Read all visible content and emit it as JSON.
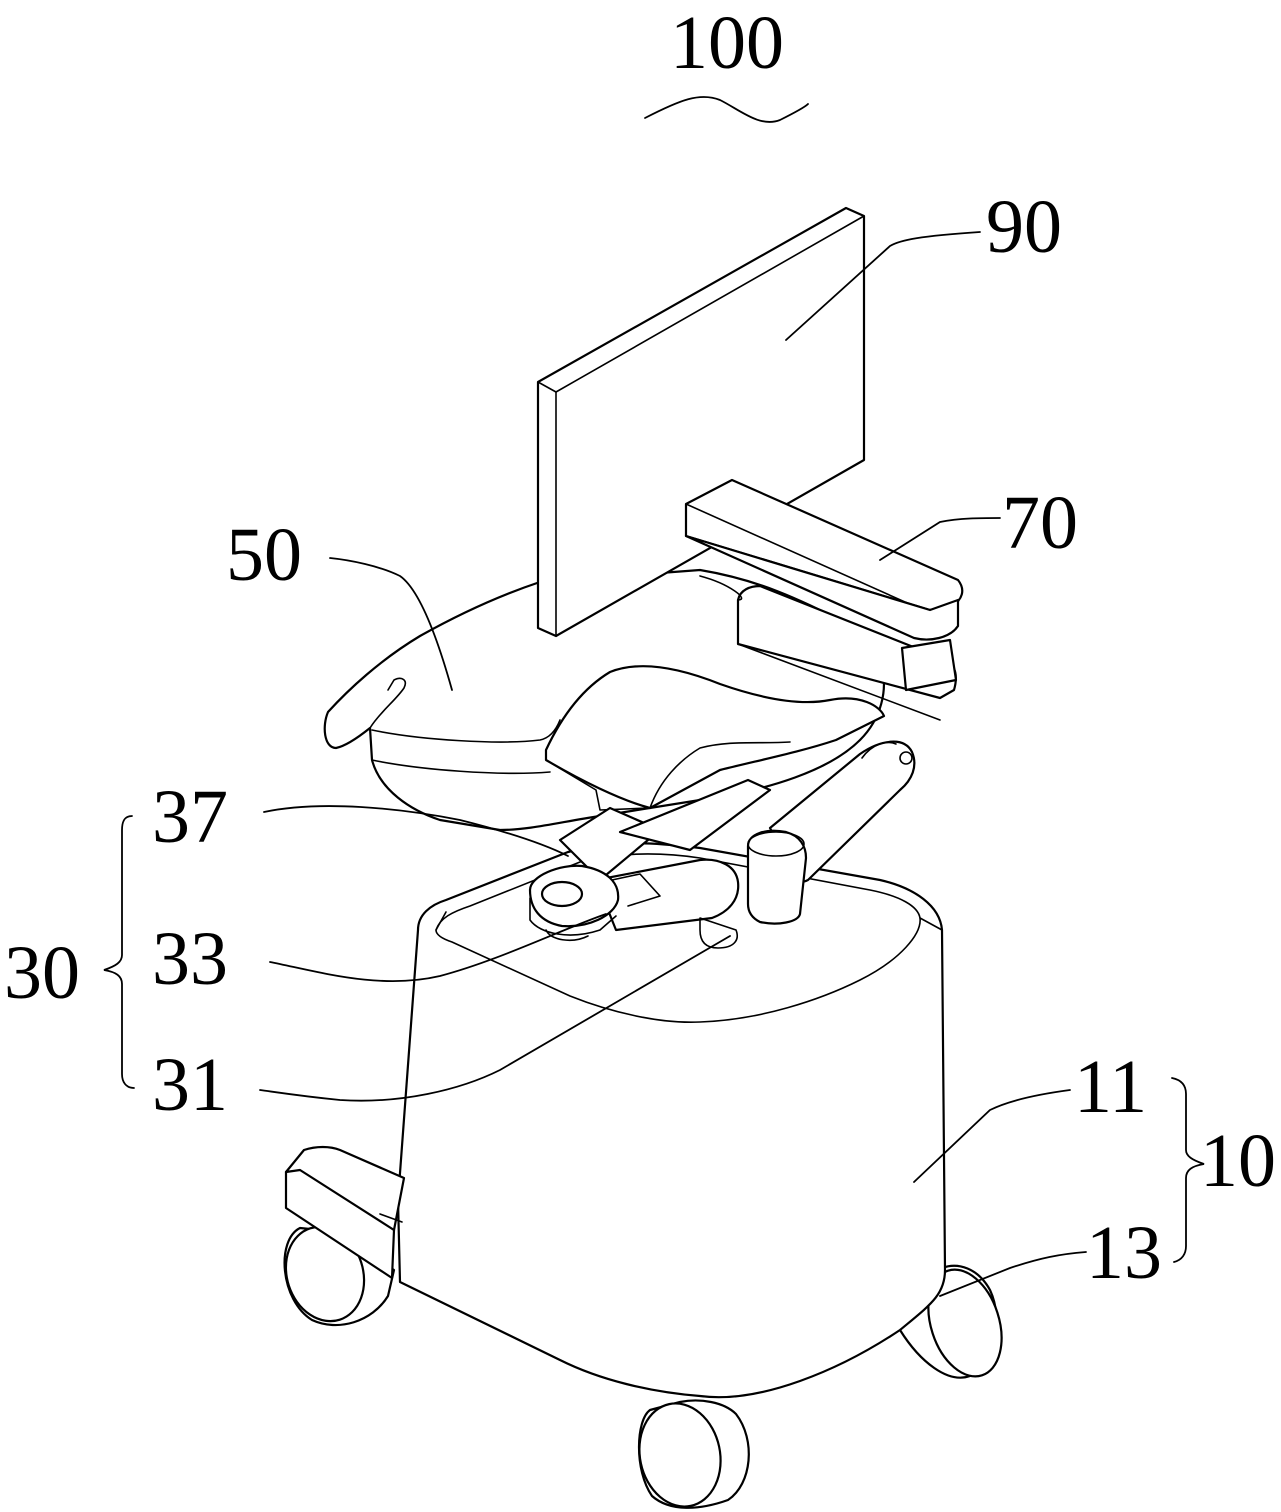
{
  "labels": {
    "l100": "100",
    "l90": "90",
    "l70": "70",
    "l50": "50",
    "l37": "37",
    "l33": "33",
    "l31": "31",
    "l30": "30",
    "l11": "11",
    "l13": "13",
    "l10": "10"
  }
}
